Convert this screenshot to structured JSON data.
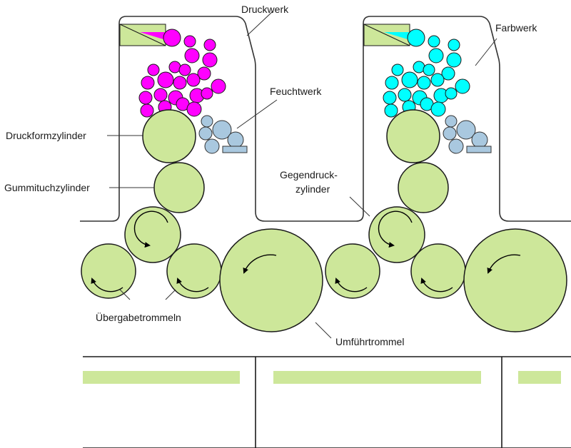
{
  "labels": {
    "druckwerk": "Druckwerk",
    "farbwerk": "Farbwerk",
    "feuchtwerk": "Feuchtwerk",
    "druckformzylinder": "Druckformzylinder",
    "gummituchzylinder": "Gummituchzylinder",
    "gegendruck_line1": "Gegendruck-",
    "gegendruck_line2": "zylinder",
    "uebergabetrommeln": "Übergabetrommeln",
    "umfuehrtrommel": "Umführtrommel"
  },
  "colors": {
    "cylinder": "#cde79a",
    "ink_magenta": "#ff00ff",
    "ink_cyan": "#00ffff",
    "dampening": "#a9c8df",
    "paper_bar": "#cde79a"
  }
}
